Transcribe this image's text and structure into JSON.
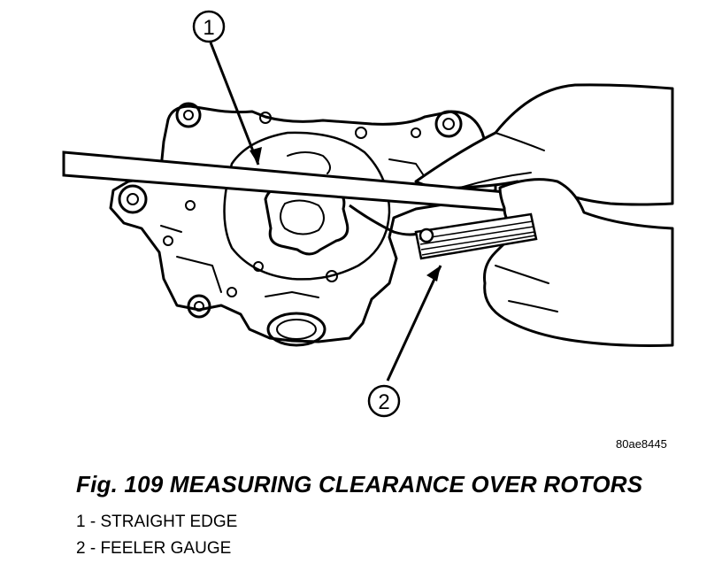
{
  "figure": {
    "callouts": [
      "1",
      "2"
    ],
    "image_id": "80ae8445",
    "caption": "Fig. 109 MEASURING CLEARANCE OVER ROTORS",
    "legend": [
      "1 - STRAIGHT EDGE",
      "2 - FEELER GAUGE"
    ]
  }
}
